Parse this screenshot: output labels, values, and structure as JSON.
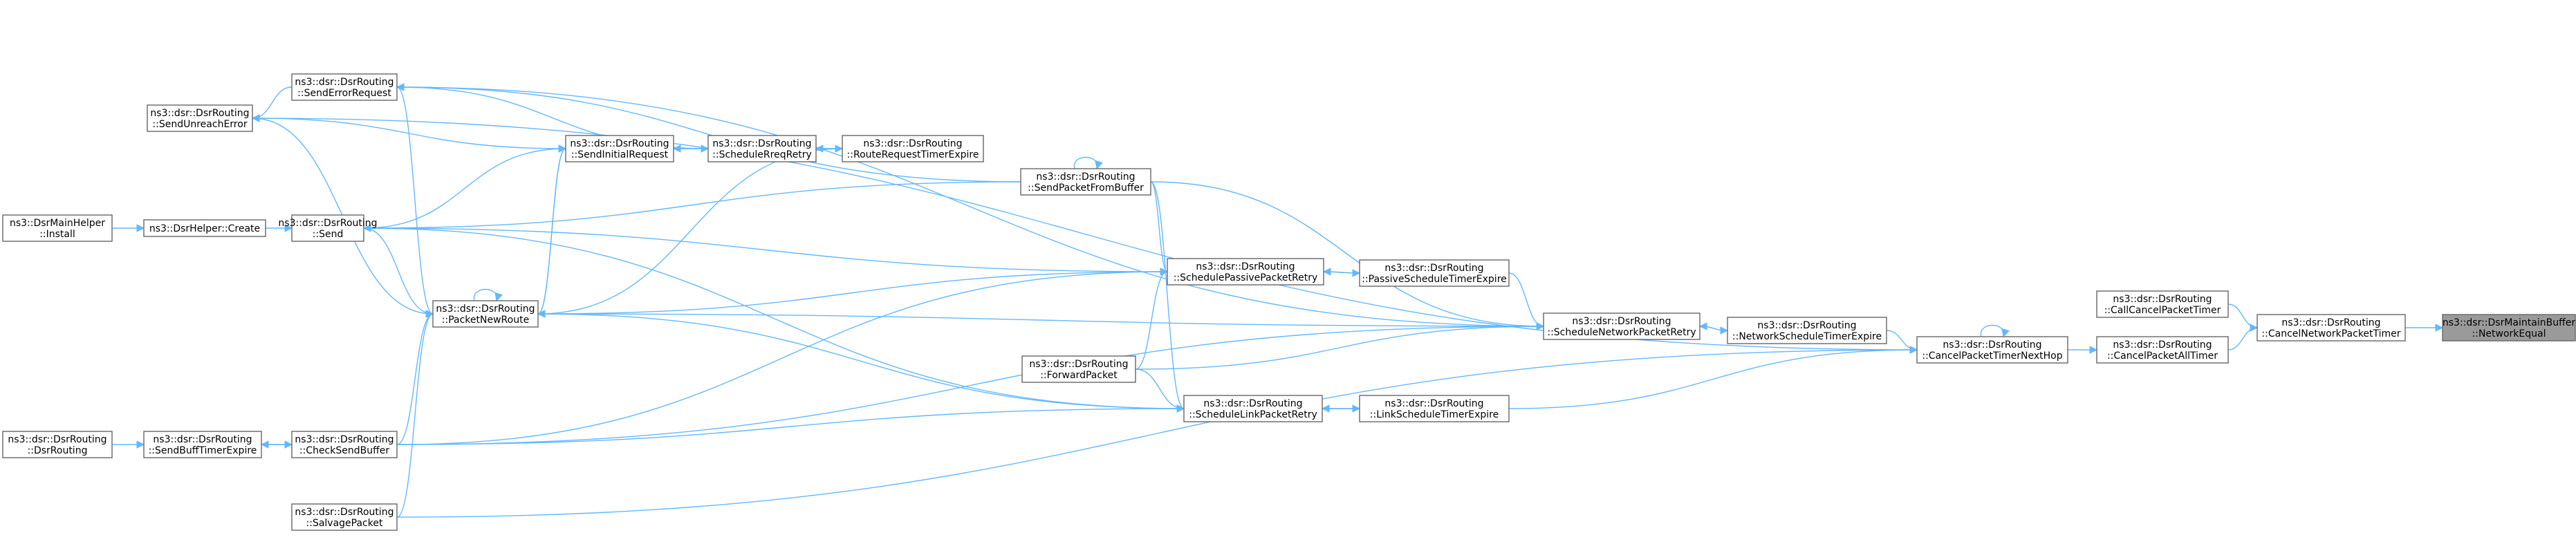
{
  "colors": {
    "edge": "#63b8ff",
    "node_border": "#666666",
    "node_fill": "#ffffff",
    "highlight_fill": "#9a9a9a"
  },
  "nodes": [
    {
      "id": "n_netequal",
      "lines": [
        "ns3::dsr::DsrMaintainBuffer",
        "::NetworkEqual"
      ],
      "highlight": true
    },
    {
      "id": "n_cancelnetwork",
      "lines": [
        "ns3::dsr::DsrRouting",
        "::CancelNetworkPacketTimer"
      ]
    },
    {
      "id": "n_callcancel",
      "lines": [
        "ns3::dsr::DsrRouting",
        "::CallCancelPacketTimer"
      ]
    },
    {
      "id": "n_cancelall",
      "lines": [
        "ns3::dsr::DsrRouting",
        "::CancelPacketAllTimer"
      ]
    },
    {
      "id": "n_cancelnexthop",
      "lines": [
        "ns3::dsr::DsrRouting",
        "::CancelPacketTimerNextHop"
      ]
    },
    {
      "id": "n_netsched",
      "lines": [
        "ns3::dsr::DsrRouting",
        "::NetworkScheduleTimerExpire"
      ]
    },
    {
      "id": "n_schednet",
      "lines": [
        "ns3::dsr::DsrRouting",
        "::ScheduleNetworkPacketRetry"
      ]
    },
    {
      "id": "n_passivesched",
      "lines": [
        "ns3::dsr::DsrRouting",
        "::PassiveScheduleTimerExpire"
      ]
    },
    {
      "id": "n_linksched",
      "lines": [
        "ns3::dsr::DsrRouting",
        "::LinkScheduleTimerExpire"
      ]
    },
    {
      "id": "n_schedpassive",
      "lines": [
        "ns3::dsr::DsrRouting",
        "::SchedulePassivePacketRetry"
      ]
    },
    {
      "id": "n_schedlink",
      "lines": [
        "ns3::dsr::DsrRouting",
        "::ScheduleLinkPacketRetry"
      ]
    },
    {
      "id": "n_forward",
      "lines": [
        "ns3::dsr::DsrRouting",
        "::ForwardPacket"
      ]
    },
    {
      "id": "n_routereq",
      "lines": [
        "ns3::dsr::DsrRouting",
        "::RouteRequestTimerExpire"
      ]
    },
    {
      "id": "n_sendfrombuf",
      "lines": [
        "ns3::dsr::DsrRouting",
        "::SendPacketFromBuffer"
      ]
    },
    {
      "id": "n_schedrreq",
      "lines": [
        "ns3::dsr::DsrRouting",
        "::ScheduleRreqRetry"
      ]
    },
    {
      "id": "n_sendinit",
      "lines": [
        "ns3::dsr::DsrRouting",
        "::SendInitialRequest"
      ]
    },
    {
      "id": "n_senderr",
      "lines": [
        "ns3::dsr::DsrRouting",
        "::SendErrorRequest"
      ]
    },
    {
      "id": "n_sendunreach",
      "lines": [
        "ns3::dsr::DsrRouting",
        "::SendUnreachError"
      ]
    },
    {
      "id": "n_send",
      "lines": [
        "ns3::dsr::DsrRouting",
        "::Send"
      ]
    },
    {
      "id": "n_helpercreate",
      "lines": [
        "ns3::DsrHelper::Create"
      ]
    },
    {
      "id": "n_maininstall",
      "lines": [
        "ns3::DsrMainHelper",
        "::Install"
      ]
    },
    {
      "id": "n_packetnew",
      "lines": [
        "ns3::dsr::DsrRouting",
        "::PacketNewRoute"
      ]
    },
    {
      "id": "n_checksend",
      "lines": [
        "ns3::dsr::DsrRouting",
        "::CheckSendBuffer"
      ]
    },
    {
      "id": "n_sendbuff",
      "lines": [
        "ns3::dsr::DsrRouting",
        "::SendBuffTimerExpire"
      ]
    },
    {
      "id": "n_ctor",
      "lines": [
        "ns3::dsr::DsrRouting",
        "::DsrRouting"
      ]
    },
    {
      "id": "n_salvage",
      "lines": [
        "ns3::dsr::DsrRouting",
        "::SalvagePacket"
      ]
    }
  ],
  "edges": [
    {
      "from": "n_cancelnetwork",
      "to": "n_netequal"
    },
    {
      "from": "n_callcancel",
      "to": "n_cancelnetwork"
    },
    {
      "from": "n_cancelall",
      "to": "n_cancelnetwork"
    },
    {
      "from": "n_cancelnexthop",
      "to": "n_cancelall"
    },
    {
      "from": "n_cancelnexthop",
      "to": "n_cancelnexthop"
    },
    {
      "from": "n_netsched",
      "to": "n_cancelnexthop"
    },
    {
      "from": "n_linksched",
      "to": "n_cancelnexthop"
    },
    {
      "from": "n_sendunreach",
      "to": "n_cancelnexthop"
    },
    {
      "from": "n_salvage",
      "to": "n_cancelnexthop"
    },
    {
      "from": "n_schednet",
      "to": "n_netsched"
    },
    {
      "from": "n_netsched",
      "to": "n_schednet"
    },
    {
      "from": "n_passivesched",
      "to": "n_schednet"
    },
    {
      "from": "n_sendfrombuf",
      "to": "n_schednet"
    },
    {
      "from": "n_forward",
      "to": "n_schednet"
    },
    {
      "from": "n_packetnew",
      "to": "n_schednet"
    },
    {
      "from": "n_senderr",
      "to": "n_schednet"
    },
    {
      "from": "n_checksend",
      "to": "n_schednet"
    },
    {
      "from": "n_schedpassive",
      "to": "n_passivesched"
    },
    {
      "from": "n_passivesched",
      "to": "n_schedpassive"
    },
    {
      "from": "n_schedlink",
      "to": "n_linksched"
    },
    {
      "from": "n_linksched",
      "to": "n_schedlink"
    },
    {
      "from": "n_sendfrombuf",
      "to": "n_schedpassive"
    },
    {
      "from": "n_forward",
      "to": "n_schedpassive"
    },
    {
      "from": "n_send",
      "to": "n_schedpassive"
    },
    {
      "from": "n_packetnew",
      "to": "n_schedpassive"
    },
    {
      "from": "n_checksend",
      "to": "n_schedpassive"
    },
    {
      "from": "n_sendfrombuf",
      "to": "n_schedlink"
    },
    {
      "from": "n_forward",
      "to": "n_schedlink"
    },
    {
      "from": "n_packetnew",
      "to": "n_schedlink"
    },
    {
      "from": "n_send",
      "to": "n_schedlink"
    },
    {
      "from": "n_checksend",
      "to": "n_schedlink"
    },
    {
      "from": "n_sendfrombuf",
      "to": "n_sendfrombuf"
    },
    {
      "from": "n_sendfrombuf",
      "to": "n_send"
    },
    {
      "from": "n_sendfrombuf",
      "to": "n_senderr"
    },
    {
      "from": "n_routereq",
      "to": "n_schedrreq"
    },
    {
      "from": "n_schedrreq",
      "to": "n_routereq"
    },
    {
      "from": "n_routereq",
      "to": "n_packetnew"
    },
    {
      "from": "n_schedrreq",
      "to": "n_sendinit"
    },
    {
      "from": "n_sendinit",
      "to": "n_schedrreq"
    },
    {
      "from": "n_senderr",
      "to": "n_schedrreq"
    },
    {
      "from": "n_sendunreach",
      "to": "n_sendinit"
    },
    {
      "from": "n_sendinit",
      "to": "n_packetnew"
    },
    {
      "from": "n_packetnew",
      "to": "n_sendinit"
    },
    {
      "from": "n_send",
      "to": "n_sendinit"
    },
    {
      "from": "n_senderr",
      "to": "n_sendunreach"
    },
    {
      "from": "n_senderr",
      "to": "n_packetnew"
    },
    {
      "from": "n_packetnew",
      "to": "n_sendunreach"
    },
    {
      "from": "n_helpercreate",
      "to": "n_send"
    },
    {
      "from": "n_maininstall",
      "to": "n_helpercreate"
    },
    {
      "from": "n_send",
      "to": "n_packetnew"
    },
    {
      "from": "n_packetnew",
      "to": "n_packetnew"
    },
    {
      "from": "n_checksend",
      "to": "n_packetnew"
    },
    {
      "from": "n_salvage",
      "to": "n_packetnew"
    },
    {
      "from": "n_sendbuff",
      "to": "n_checksend"
    },
    {
      "from": "n_checksend",
      "to": "n_sendbuff"
    },
    {
      "from": "n_ctor",
      "to": "n_sendbuff"
    }
  ]
}
